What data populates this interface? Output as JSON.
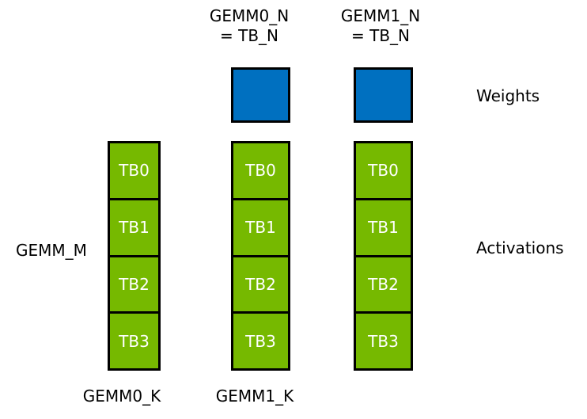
{
  "diagram": {
    "column_headers": [
      {
        "line1": "GEMM0_N",
        "line2": "= TB_N"
      },
      {
        "line1": "GEMM1_N",
        "line2": "= TB_N"
      }
    ],
    "side_labels": {
      "weights": "Weights",
      "activations": "Activations"
    },
    "left_label": "GEMM_M",
    "bottom_labels": [
      "GEMM0_K",
      "GEMM1_K"
    ],
    "colors": {
      "weights_fill": "#0070C0",
      "activations_fill": "#76B900",
      "outline": "#000000",
      "cell_text": "#FFFFFF",
      "label_text": "#000000",
      "background": "#FFFFFF"
    },
    "weight_tiles": [
      {
        "name": "gemm0-weight-tile"
      },
      {
        "name": "gemm1-weight-tile"
      }
    ],
    "activation_columns": [
      {
        "cells": [
          "TB0",
          "TB1",
          "TB2",
          "TB3"
        ]
      },
      {
        "cells": [
          "TB0",
          "TB1",
          "TB2",
          "TB3"
        ]
      },
      {
        "cells": [
          "TB0",
          "TB1",
          "TB2",
          "TB3"
        ]
      }
    ]
  }
}
